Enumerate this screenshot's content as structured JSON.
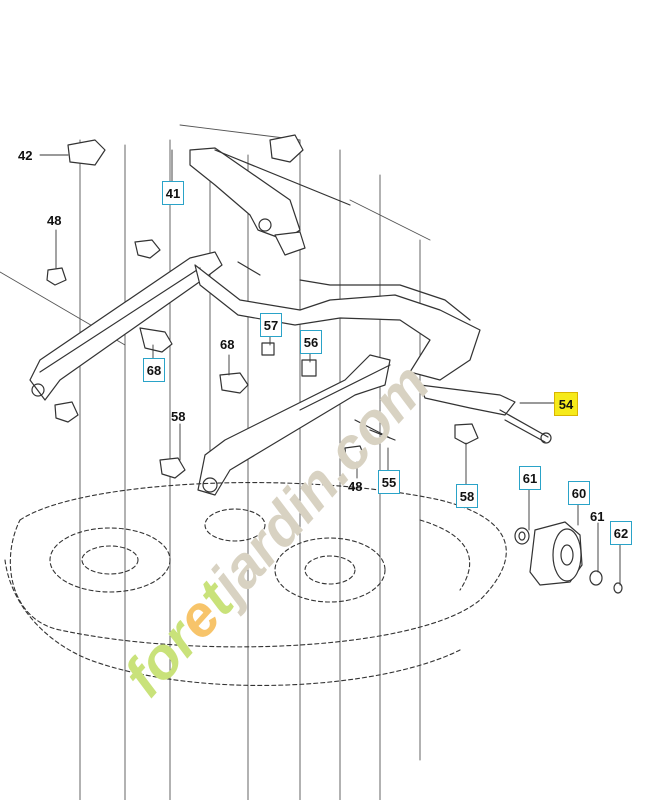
{
  "parts": {
    "p42": "42",
    "p41": "41",
    "p48a": "48",
    "p68a": "68",
    "p57": "57",
    "p56": "56",
    "p68b": "68",
    "p58a": "58",
    "p48b": "48",
    "p55": "55",
    "p58b": "58",
    "p54": "54",
    "p61a": "61",
    "p60": "60",
    "p61b": "61",
    "p62": "62"
  },
  "watermark": {
    "text_green": "for",
    "text_orange": "e",
    "text_green2": "t",
    "text_gray": "jardin.com",
    "color_green": "#c9e27a",
    "color_orange": "#f7c46a",
    "color_gray": "#d8d2c2"
  },
  "colors": {
    "highlight": "#f6ea1a",
    "box_border": "#2aa3c8"
  }
}
